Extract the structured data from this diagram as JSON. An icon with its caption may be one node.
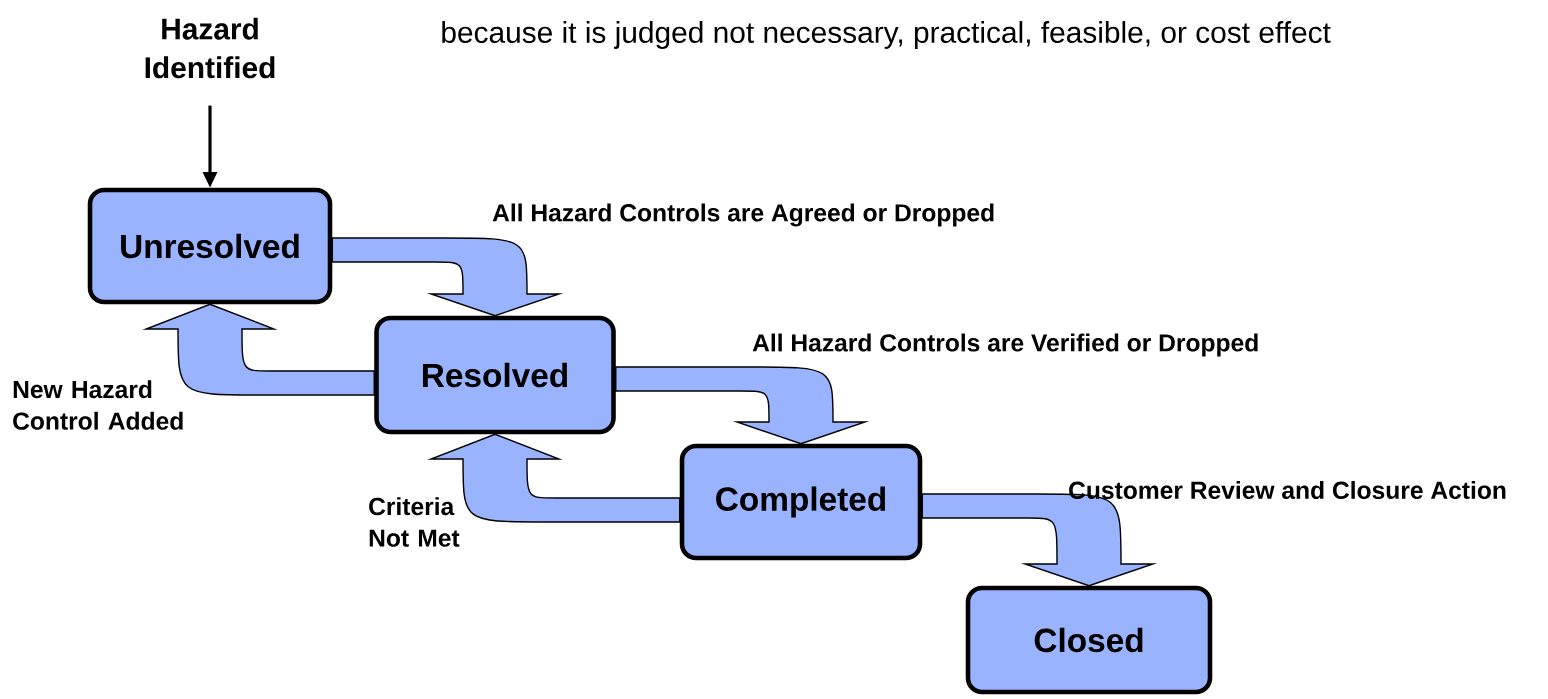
{
  "diagram": {
    "nodes": [
      {
        "text": [
          "Hazard Identified"
        ]
      },
      {
        "text": [
          "Unresolved"
        ]
      },
      {
        "text": [
          "Resolved"
        ]
      },
      {
        "text": [
          "Completed"
        ]
      },
      {
        "text": [
          "Closed"
        ]
      }
    ],
    "edges": [
      {
        "from": 0,
        "to": 1,
        "arrow": "to"
      },
      {
        "from": 1,
        "to": 2,
        "arrow": "to",
        "style": "thick",
        "label": "All Hazard Controls are Agreed or Dropped"
      },
      {
        "from": 2,
        "to": 1,
        "arrow": "to",
        "style": "thick",
        "label": "New Hazard Control Added"
      },
      {
        "from": 2,
        "to": 3,
        "arrow": "to",
        "style": "thick",
        "label": "All Hazard Controls are Verified or Dropped"
      },
      {
        "from": 3,
        "to": 2,
        "arrow": "to",
        "style": "thick",
        "label": "Criteria Not Met"
      },
      {
        "from": 3,
        "to": 4,
        "arrow": "to",
        "style": "thick",
        "label": "Customer Review and Closure Action"
      }
    ],
    "labels": [
      "because it is judged not necessary, practical, feasible, or cost effect"
    ]
  }
}
